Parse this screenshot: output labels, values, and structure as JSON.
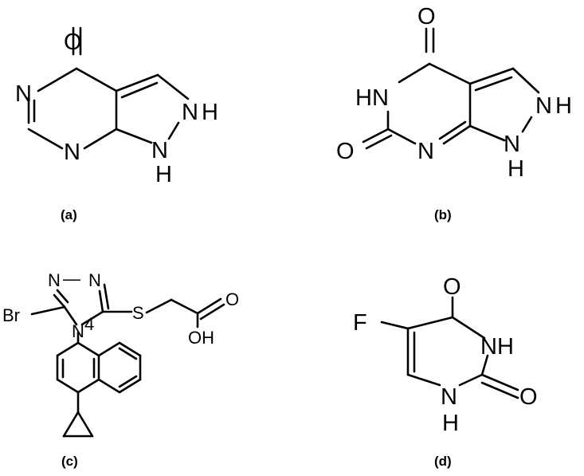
{
  "panels": [
    {
      "caption": "(a)",
      "atoms": {
        "o": "O",
        "n1": "N",
        "n3": "N",
        "nh_top": "N",
        "h_top": "H",
        "nh_bottom": "N",
        "h_bottom": "H"
      }
    },
    {
      "caption": "(b)",
      "atoms": {
        "o_top": "O",
        "hn": "HN",
        "o_left": "O",
        "n": "N",
        "nh_top": "N",
        "h_top": "H",
        "nh_bottom": "N",
        "h_bottom": "H"
      }
    },
    {
      "caption": "(c)",
      "atoms": {
        "n_left": "N",
        "n_right": "N",
        "dash": "—",
        "br": "Br",
        "n4": "N",
        "num4": "4",
        "s": "S",
        "o": "O",
        "oh": "OH"
      }
    },
    {
      "caption": "(d)",
      "atoms": {
        "o_top": "O",
        "f": "F",
        "nh": "NH",
        "o_right": "O",
        "n": "N",
        "h": "H"
      }
    }
  ]
}
